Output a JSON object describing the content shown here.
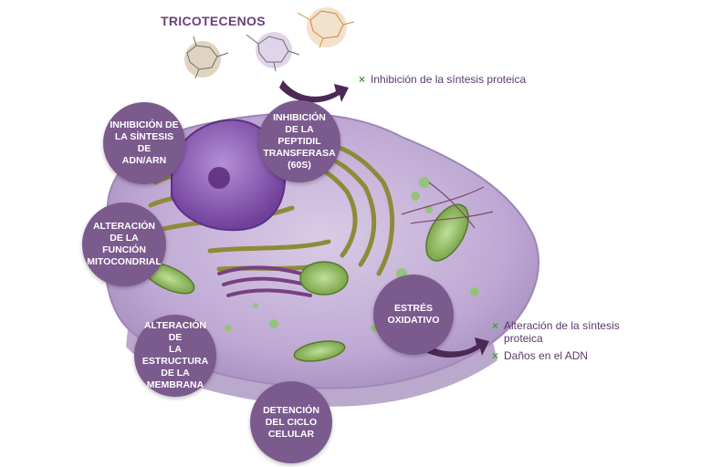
{
  "title": "TRICOTECENOS",
  "colors": {
    "circle": "#7b5a8e",
    "title": "#6b3f7a",
    "check": "#3aa535",
    "arrow": "#4a2a55"
  },
  "circles": {
    "adn_arn": "INHIBICIÓN DE\nLA SÍNTESIS DE\nADN/ARN",
    "peptidil": "INHIBICIÓN\nDE LA PEPTIDIL\nTRANSFERASA\n(60S)",
    "mitocondrial": "ALTERACIÓN\nDE LA FUNCIÓN\nMITOCONDRIAL",
    "membrana": "ALTERACIÓN DE\nLA ESTRUCTURA\nDE LA\nMEMBRANA",
    "estres": "ESTRÉS\nOXIDATIVO",
    "ciclo": "DETENCIÓN\nDEL CICLO\nCELULAR"
  },
  "effects": {
    "top": {
      "mark": "×",
      "text": "Inhibición de la síntesis proteica"
    },
    "right": [
      {
        "mark": "×",
        "text": "Alteración de la síntesis\nproteica"
      },
      {
        "mark": "×",
        "text": "Daños en el ADN"
      }
    ]
  }
}
